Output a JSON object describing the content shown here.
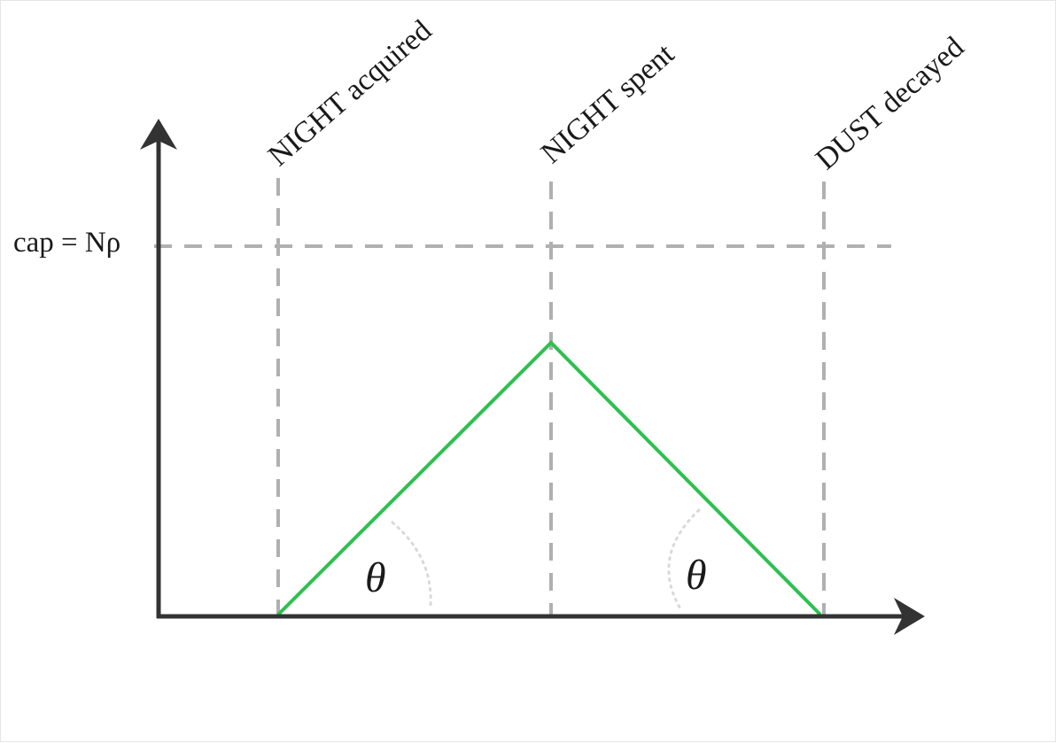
{
  "labels": {
    "event_1": "NIGHT acquired",
    "event_2": "NIGHT spent",
    "event_3": "DUST decayed",
    "cap": "cap = Nρ",
    "angle_left": "θ",
    "angle_right": "θ"
  },
  "colors": {
    "axis": "#333333",
    "guide": "#b0b0b0",
    "line": "#2ec04f",
    "arc": "#d9d9d9",
    "text": "#1a1a1a",
    "background": "#ffffff"
  }
}
